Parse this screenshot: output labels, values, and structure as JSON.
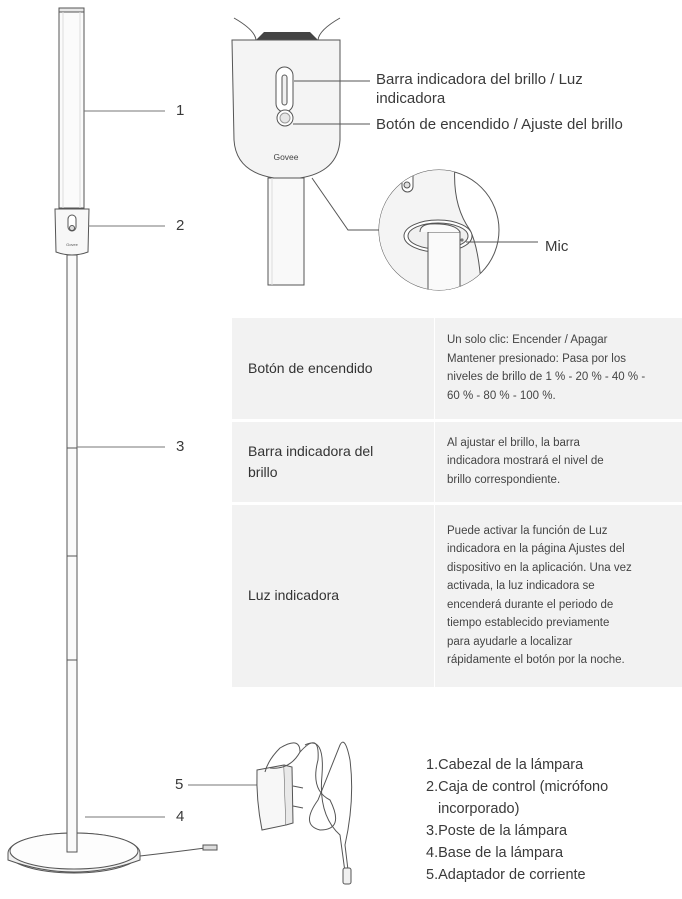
{
  "callouts": {
    "brightness_bar": "Barra indicadora del brillo / Luz",
    "brightness_bar_line2": "indicadora",
    "power_button": "Botón de encendido / Ajuste del brillo",
    "mic": "Mic",
    "brand": "Govee",
    "brand_small": "Govee"
  },
  "numbers": [
    "1",
    "2",
    "3",
    "4",
    "5"
  ],
  "table": {
    "rows": [
      {
        "feature": "Botón de encendido",
        "description_lines": [
          "Un solo clic: Encender / Apagar",
          "Mantener presionado: Pasa por los",
          "niveles de brillo de 1 % - 20 % - 40 % -",
          "60 % - 80 % - 100 %."
        ]
      },
      {
        "feature_lines": [
          "Barra indicadora del",
          "brillo"
        ],
        "description_lines": [
          "Al ajustar el brillo, la barra",
          "indicadora mostrará el nivel de",
          "brillo correspondiente."
        ]
      },
      {
        "feature": "Luz indicadora",
        "description_lines": [
          "Puede activar la función de Luz",
          "indicadora en la página Ajustes del",
          "dispositivo en la aplicación. Una vez",
          "activada, la luz indicadora se",
          "encenderá durante el periodo de",
          "tiempo establecido previamente",
          "para ayudarle a localizar",
          "rápidamente el botón por la noche."
        ]
      }
    ]
  },
  "legend": [
    "1.Cabezal de la lámpara",
    "2.Caja de control (micrófono",
    "incorporado)",
    "3.Poste de la lámpara",
    "4.Base de la lámpara",
    "5.Adaptador de corriente"
  ]
}
